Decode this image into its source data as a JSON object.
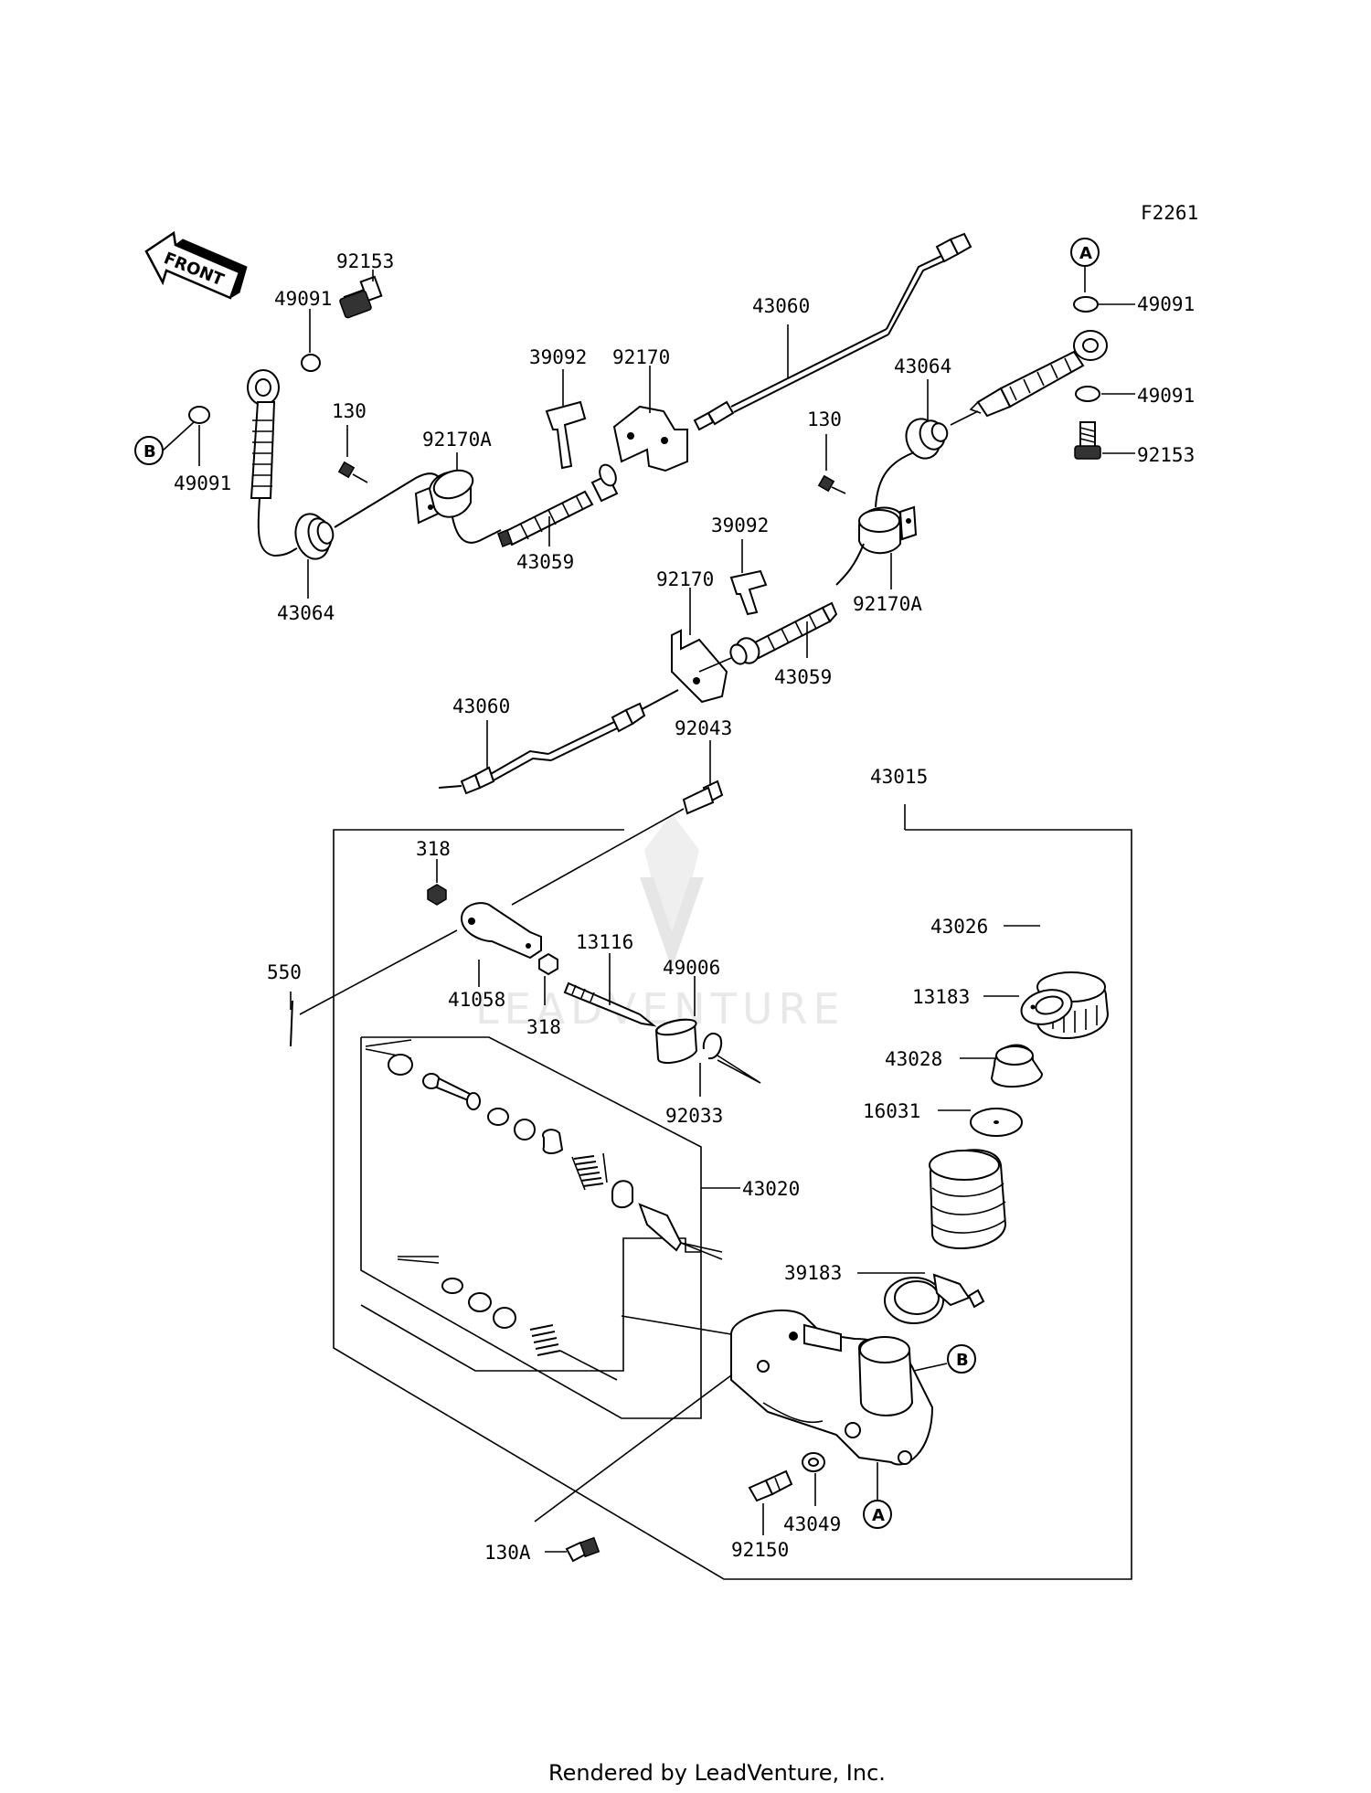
{
  "figure_code": "F2261",
  "front_label": "FRONT",
  "watermark": "LEADVENTURE",
  "footer": "Rendered by LeadVenture, Inc.",
  "callouts": {
    "a": "A",
    "b": "B"
  },
  "parts": {
    "p92153_left": "92153",
    "p49091_top_left": "49091",
    "p49091_left": "49091",
    "p130_left": "130",
    "p92170A_left": "92170A",
    "p43064_left": "43064",
    "p43059_top": "43059",
    "p39092_top": "39092",
    "p92170_top": "92170",
    "p43060_top": "43060",
    "p43064_right": "43064",
    "p130_right": "130",
    "p49091_right_top": "49091",
    "p49091_right_mid": "49091",
    "p92153_right": "92153",
    "p39092_mid": "39092",
    "p92170_mid": "92170",
    "p92170A_right": "92170A",
    "p43059_mid": "43059",
    "p43060_bottom": "43060",
    "p92043": "92043",
    "p43015": "43015",
    "p318_top": "318",
    "p318_bottom": "318",
    "p550": "550",
    "p41058": "41058",
    "p13116": "13116",
    "p49006": "49006",
    "p92033": "92033",
    "p43020": "43020",
    "p43026": "43026",
    "p13183": "13183",
    "p43028": "43028",
    "p16031": "16031",
    "p39183": "39183",
    "p92150": "92150",
    "p43049": "43049",
    "p130A": "130A"
  }
}
